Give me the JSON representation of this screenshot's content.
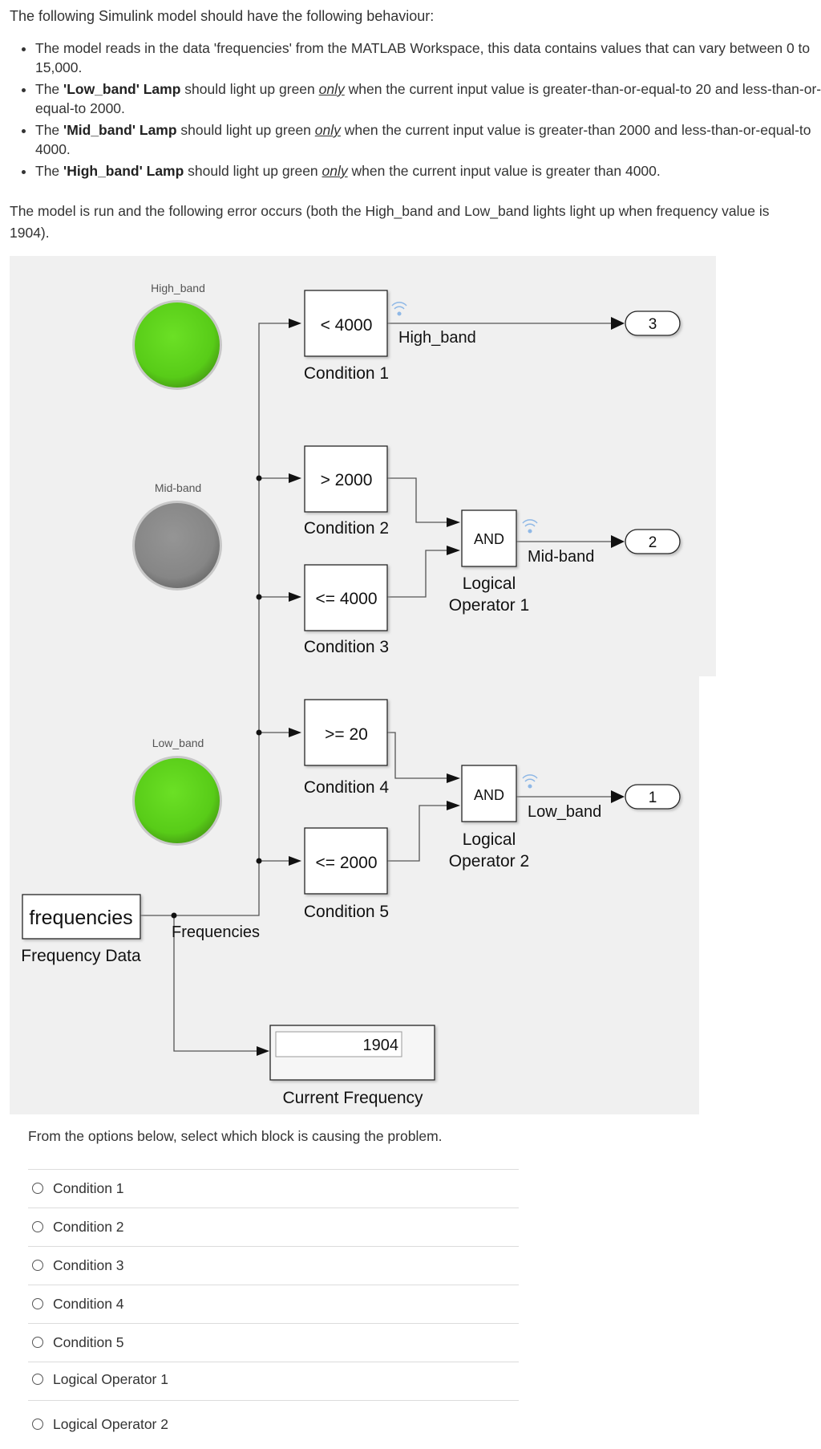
{
  "question": {
    "intro": "The following Simulink model should have the following behaviour:",
    "bullets": [
      {
        "pre": "The model reads in the data 'frequencies' from the MATLAB Workspace, this data contains values that can vary between 0 to 15,000.",
        "bold": "",
        "mid": "",
        "em": "",
        "post": ""
      },
      {
        "pre": "The ",
        "bold": "'Low_band' Lamp",
        "mid": " should light up green ",
        "em": "only",
        "post": " when the current input value is greater-than-or-equal-to 20 and less-than-or-equal-to 2000."
      },
      {
        "pre": "The ",
        "bold": "'Mid_band' Lamp",
        "mid": " should light up green ",
        "em": "only",
        "post": " when the current input value is greater-than 2000 and less-than-or-equal-to 4000."
      },
      {
        "pre": "The ",
        "bold": "'High_band' Lamp",
        "mid": " should light up green ",
        "em": "only",
        "post": " when the current input value is greater than 4000."
      }
    ],
    "error_text": "The model is run and the following error occurs (both the High_band and Low_band lights light up when frequency value is 1904).",
    "prompt": "From the options below, select which block is causing the problem."
  },
  "diagram": {
    "lamps": [
      {
        "label": "High_band",
        "state": "on",
        "color": "#5cd11d"
      },
      {
        "label": "Mid-band",
        "state": "off",
        "color": "#8a8a8a"
      },
      {
        "label": "Low_band",
        "state": "on",
        "color": "#5cd11d"
      }
    ],
    "conditions": [
      {
        "expr": "< 4000",
        "name": "Condition 1"
      },
      {
        "expr": "> 2000",
        "name": "Condition 2"
      },
      {
        "expr": "<= 4000",
        "name": "Condition 3"
      },
      {
        "expr": ">= 20",
        "name": "Condition 4"
      },
      {
        "expr": "<= 2000",
        "name": "Condition 5"
      }
    ],
    "logic_blocks": [
      {
        "op": "AND",
        "name_line1": "Logical",
        "name_line2": "Operator 1"
      },
      {
        "op": "AND",
        "name_line1": "Logical",
        "name_line2": "Operator 2"
      }
    ],
    "signals": {
      "high": "High_band",
      "mid": "Mid-band",
      "low": "Low_band",
      "freq": "Frequencies"
    },
    "outports": [
      "3",
      "2",
      "1"
    ],
    "source": {
      "value": "frequencies",
      "name": "Frequency Data"
    },
    "display": {
      "value": "1904",
      "name": "Current Frequency"
    },
    "bg_color": "#f0f0f0"
  },
  "options": [
    "Condition 1",
    "Condition 2",
    "Condition 3",
    "Condition 4",
    "Condition 5",
    "Logical Operator 1",
    "Logical Operator 2"
  ]
}
